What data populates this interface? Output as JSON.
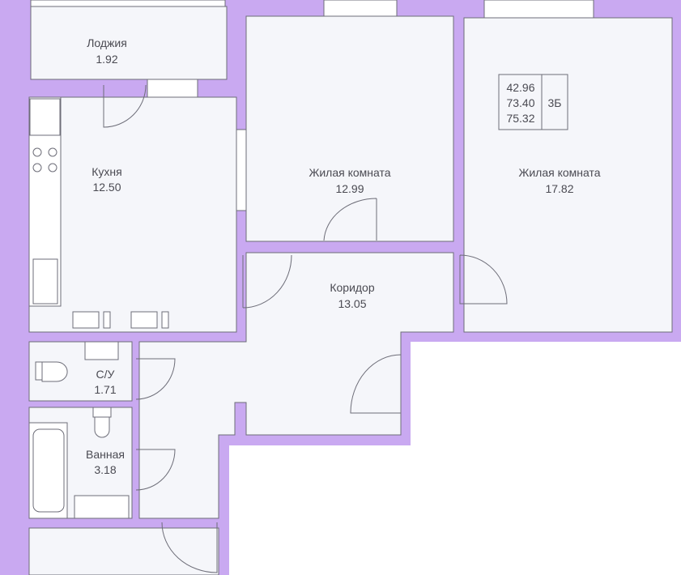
{
  "colors": {
    "wall": "#c9a9f1",
    "room": "#f5f6fa",
    "line": "#6d6d78"
  },
  "rooms": [
    {
      "name": "Лоджия",
      "area": "1.92"
    },
    {
      "name": "Кухня",
      "area": "12.50"
    },
    {
      "name": "Жилая комната",
      "area": "12.99"
    },
    {
      "name": "Жилая комната",
      "area": "17.82"
    },
    {
      "name": "Коридор",
      "area": "13.05"
    },
    {
      "name": "С/У",
      "area": "1.71"
    },
    {
      "name": "Ванная",
      "area": "3.18"
    }
  ],
  "info": {
    "living_area": "42.96",
    "total_area": "73.40",
    "total_with_loggia": "75.32",
    "apartment_type": "3Б"
  }
}
